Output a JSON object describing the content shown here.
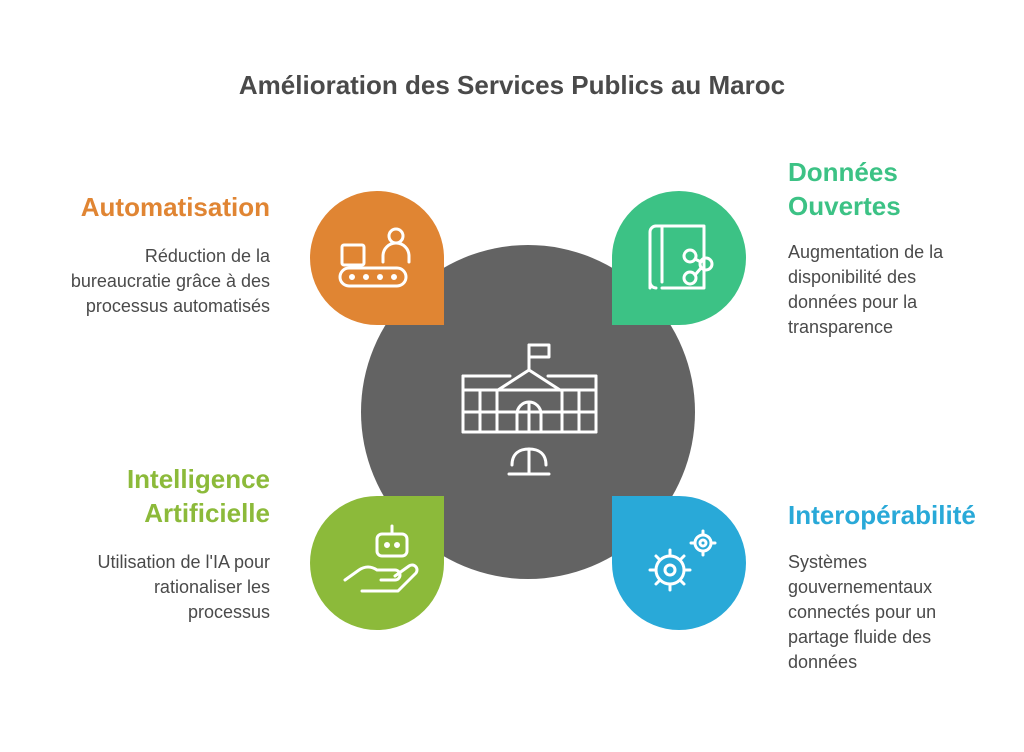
{
  "title": "Amélioration des Services Publics au Maroc",
  "colors": {
    "center": "#636363",
    "automatisation": "#e08533",
    "donnees": "#3cc285",
    "ia": "#8cba3a",
    "interop": "#29a9d8",
    "text": "#4a4a4a"
  },
  "center": {
    "icon": "government-building-icon"
  },
  "items": [
    {
      "heading": "Automatisation",
      "desc_lines": [
        "Réduction de la",
        "bureaucratie grâce à des",
        "processus automatisés"
      ],
      "icon": "conveyor-worker-icon"
    },
    {
      "heading_lines": [
        "Données",
        "Ouvertes"
      ],
      "desc_lines": [
        "Augmentation de la",
        "disponibilité des",
        "données pour la",
        "transparence"
      ],
      "icon": "book-share-icon"
    },
    {
      "heading_lines": [
        "Intelligence",
        "Artificielle"
      ],
      "desc_lines": [
        "Utilisation de l'IA pour",
        "rationaliser les",
        "processus"
      ],
      "icon": "robot-hand-icon"
    },
    {
      "heading": "Interopérabilité",
      "desc_lines": [
        "Systèmes",
        "gouvernementaux",
        "connectés pour un",
        "partage fluide des",
        "données"
      ],
      "icon": "gears-icon"
    }
  ]
}
